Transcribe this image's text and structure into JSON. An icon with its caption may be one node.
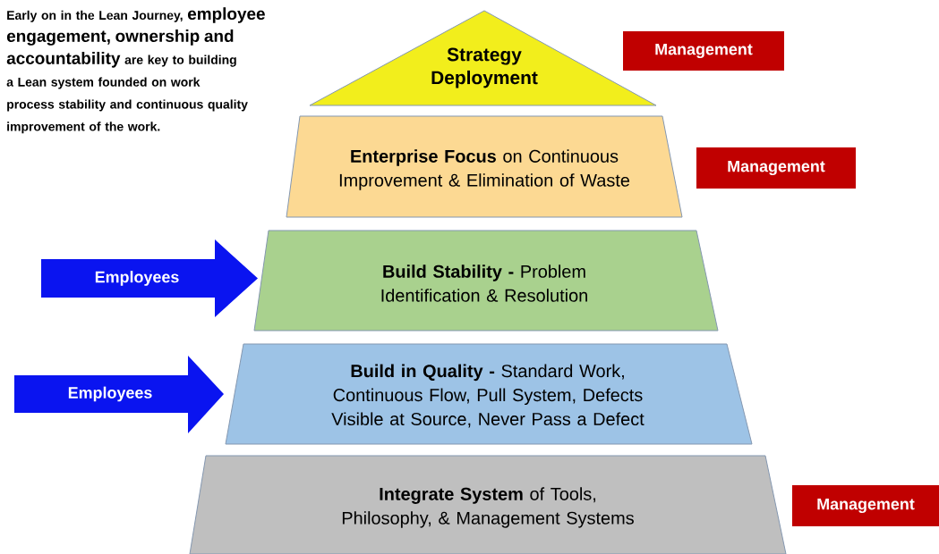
{
  "diagram": {
    "nodes": [
      {
        "text": [
          "Strategy Deployment"
        ]
      },
      {
        "text": [
          "**Enterprise Focus** on Continuous Improvement & Elimination of Waste"
        ]
      },
      {
        "text": [
          "**Build Stability -** Problem Identification & Resolution"
        ]
      },
      {
        "text": [
          "**Build in Quality -** Standard Work, Continuous Flow, Pull System, Defects Visible at Source, Never Pass a Defect"
        ]
      },
      {
        "text": [
          "**Integrate System** of Tools, Philosophy, & Management Systems"
        ]
      },
      {
        "text": [
          "Management"
        ]
      },
      {
        "text": [
          "Management"
        ]
      },
      {
        "text": [
          "Management"
        ]
      },
      {
        "text": [
          "Employees"
        ]
      },
      {
        "text": [
          "Employees"
        ]
      }
    ],
    "edges": [],
    "labels": [
      "Early on in the Lean Journey, **employee engagement, ownership and accountability** are key to building a Lean system founded on work process stability and continuous quality improvement of the work."
    ]
  }
}
